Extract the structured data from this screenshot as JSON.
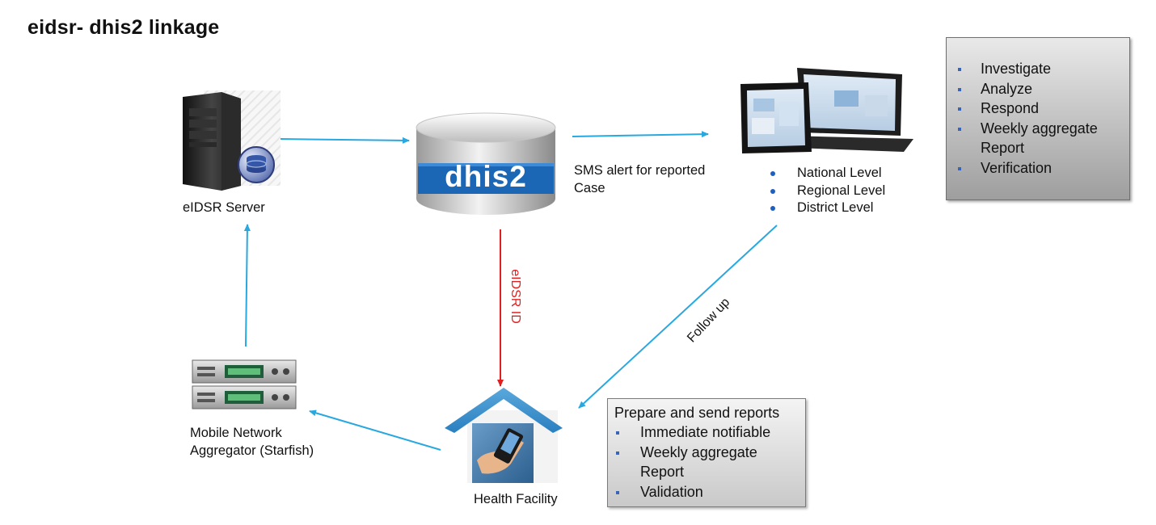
{
  "title": "eidsr- dhis2 linkage",
  "nodes": {
    "eidsr_server": {
      "label": "eIDSR Server"
    },
    "dhis2": {
      "logo_text": "dhis2"
    },
    "devices": {
      "levels": [
        "National Level",
        "Regional Level",
        "District Level"
      ]
    },
    "health_facility": {
      "label": "Health Facility"
    },
    "aggregator": {
      "label_line1": "Mobile Network",
      "label_line2": "Aggregator (Starfish)"
    }
  },
  "edges": {
    "sms_alert": {
      "line1": "SMS alert for reported",
      "line2": "Case"
    },
    "eidsr_id": {
      "label": "eIDSR ID",
      "color": "#e02020"
    },
    "follow_up": {
      "label": "Follow up"
    }
  },
  "boxes": {
    "actions": {
      "items": [
        "Investigate",
        "Analyze",
        "Respond",
        "Weekly aggregate Report",
        "Verification"
      ]
    },
    "reports": {
      "header": "Prepare  and send reports",
      "items": [
        "Immediate notifiable",
        "Weekly aggregate Report",
        "Validation"
      ]
    }
  },
  "colors": {
    "arrow": "#29a8e0",
    "eidsr_id_arrow": "#e02020",
    "bullet_blue": "#3a64b8"
  }
}
